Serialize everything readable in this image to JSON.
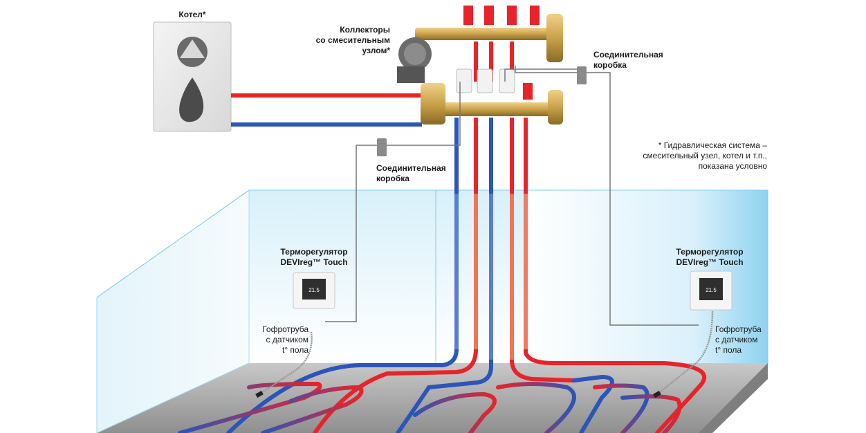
{
  "labels": {
    "boiler": "Котел*",
    "collectors": [
      "Коллекторы",
      "со смесительным",
      "узлом*"
    ],
    "junction_box_top": [
      "Соединительная",
      "коробка"
    ],
    "junction_box_left": [
      "Соединительная",
      "коробка"
    ],
    "note": [
      "* Гидравлическая система –",
      "смесительный узел, котел и т.п.,",
      "показана условно"
    ],
    "thermostat_left": [
      "Терморегулятор",
      "DEVIreg™ Touch"
    ],
    "thermostat_right": [
      "Терморегулятор",
      "DEVIreg™ Touch"
    ],
    "sensor_left": [
      "Гофротруба",
      "с датчиком",
      "t° пола"
    ],
    "sensor_right": [
      "Гофротруба",
      "с датчиком",
      "t° пола"
    ],
    "thermostat_display_left": "21.5",
    "thermostat_display_right": "21.5"
  },
  "colors": {
    "supply_pipe": "#e8232a",
    "return_pipe": "#2b55b8",
    "wall": "#c9e9f7",
    "floor": "#9b9b9b",
    "brass": "#c9a24a",
    "cable": "#777777"
  },
  "icons": [
    "boiler-flame-icon",
    "boiler-pump-triangle-icon",
    "junction-box-icon",
    "thermostat-icon",
    "floor-sensor-icon"
  ]
}
